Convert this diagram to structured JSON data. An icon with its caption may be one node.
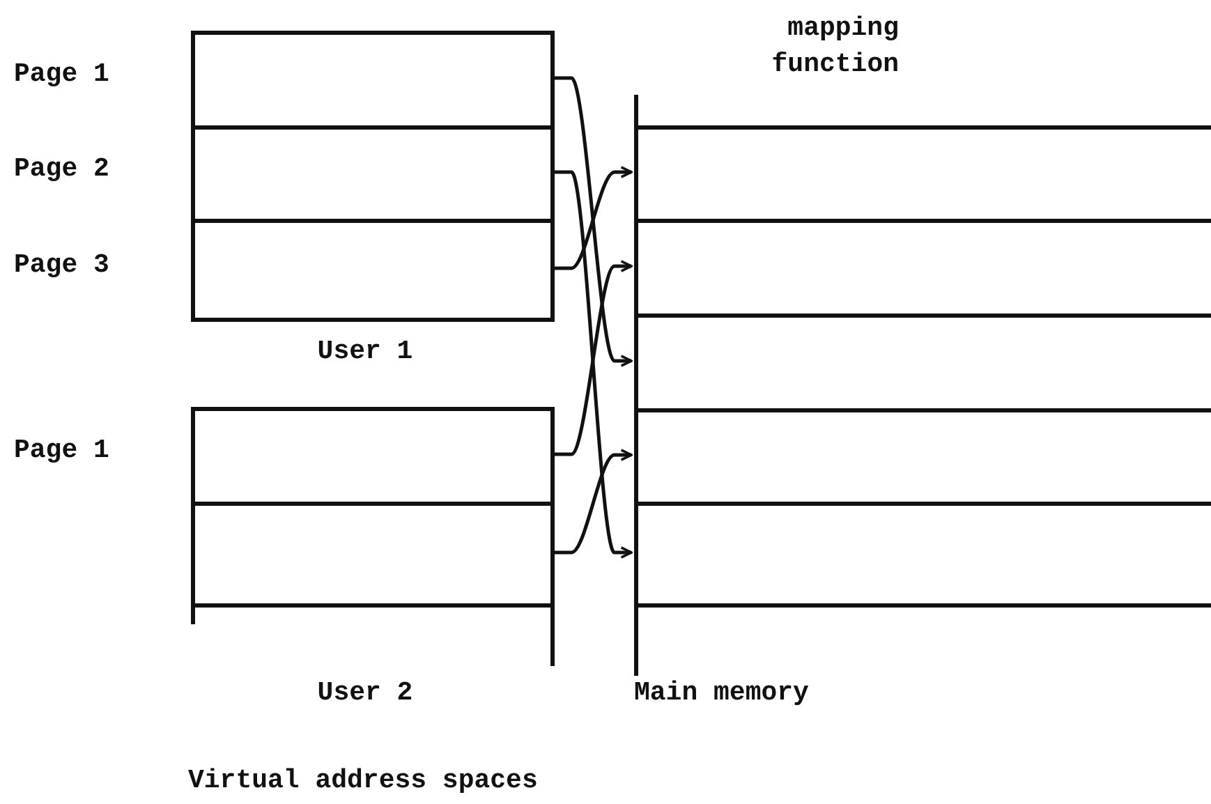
{
  "diagram": {
    "nodes": [
      {
        "text": [
          "User 1"
        ]
      },
      {
        "text": [
          "Page 1"
        ],
        "in": 0
      },
      {
        "text": [
          "Page 2"
        ],
        "in": 0
      },
      {
        "text": [
          "Page 3"
        ],
        "in": 0
      },
      {
        "text": [
          "User 2"
        ]
      },
      {
        "text": [
          "Page 1"
        ],
        "in": 4
      },
      {
        "text": [],
        "shape": "box",
        "in": 4
      },
      {
        "text": [
          "Main memory"
        ]
      },
      {
        "text": [],
        "shape": "box",
        "in": 7
      },
      {
        "text": [],
        "shape": "box",
        "in": 7
      },
      {
        "text": [],
        "shape": "box",
        "in": 7
      },
      {
        "text": [],
        "shape": "box",
        "in": 7
      },
      {
        "text": [],
        "shape": "box",
        "in": 7
      }
    ],
    "edges": [
      {
        "from": 1,
        "to": 10,
        "arrow": "to"
      },
      {
        "from": 2,
        "to": 12,
        "arrow": "to"
      },
      {
        "from": 3,
        "to": 8,
        "arrow": "to"
      },
      {
        "from": 5,
        "to": 9,
        "arrow": "to"
      },
      {
        "from": 6,
        "to": 11,
        "arrow": "to"
      }
    ],
    "labels": [
      "mapping function",
      "Virtual address spaces"
    ]
  }
}
